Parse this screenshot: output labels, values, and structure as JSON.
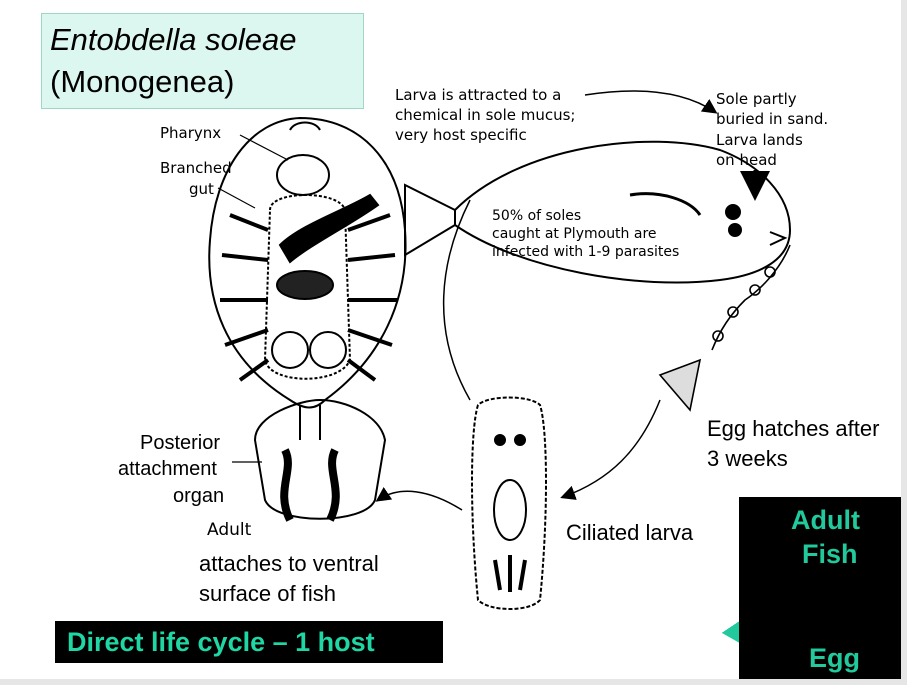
{
  "title": {
    "species": "Entobdella soleae",
    "group": "(Monogenea)"
  },
  "labels": {
    "pharynx": "Pharynx",
    "gut_line1": "Branched",
    "gut_line2": "gut",
    "posterior_line1": "Posterior",
    "posterior_line2": "attachment",
    "posterior_line3": "organ",
    "adult": "Adult",
    "attaches_line1": "attaches to ventral",
    "attaches_line2": "surface of fish",
    "larva_attract_line1": "Larva is attracted to a",
    "larva_attract_line2": "chemical in sole mucus;",
    "larva_attract_line3": "very host specific",
    "sole_line1": "Sole partly",
    "sole_line2": "buried in sand.",
    "sole_line3": "Larva lands",
    "sole_line4": "on head",
    "infected_line1": "50% of soles",
    "infected_line2": "caught at Plymouth are",
    "infected_line3": "infected with 1-9 parasites",
    "egg_hatch_line1": "Egg hatches after",
    "egg_hatch_line2": "3 weeks",
    "ciliated": "Ciliated larva"
  },
  "footer": "Direct life cycle – 1 host",
  "cycle_inset": {
    "top_line1": "Adult",
    "top_line2": "Fish",
    "bottom": "Egg"
  },
  "colors": {
    "title_bg": "#dcf7ef",
    "accent": "#1fd7a4",
    "inset_bg": "#000000"
  }
}
